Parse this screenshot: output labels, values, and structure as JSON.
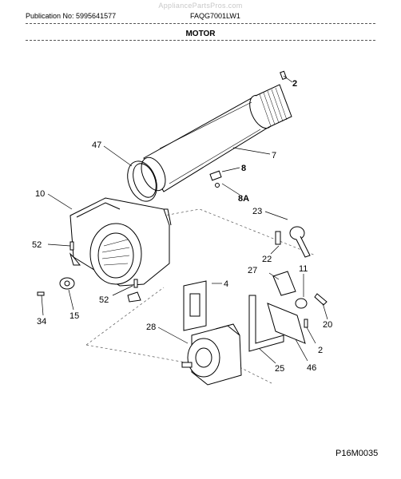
{
  "header": {
    "watermark": "AppliancePartsPros.com",
    "publication": "Publication No: 5995641577",
    "model": "FAQG7001LW1",
    "section": "MOTOR"
  },
  "footer": {
    "figure_code": "P16M0035"
  },
  "callouts": {
    "c2_top": "2",
    "c7": "7",
    "c8": "8",
    "c8a": "8A",
    "c47": "47",
    "c10": "10",
    "c52_left": "52",
    "c52_bottom": "52",
    "c23": "23",
    "c22": "22",
    "c27": "27",
    "c11": "11",
    "c4": "4",
    "c34": "34",
    "c15": "15",
    "c28": "28",
    "c20": "20",
    "c2_bottom": "2",
    "c25": "25",
    "c46": "46"
  }
}
